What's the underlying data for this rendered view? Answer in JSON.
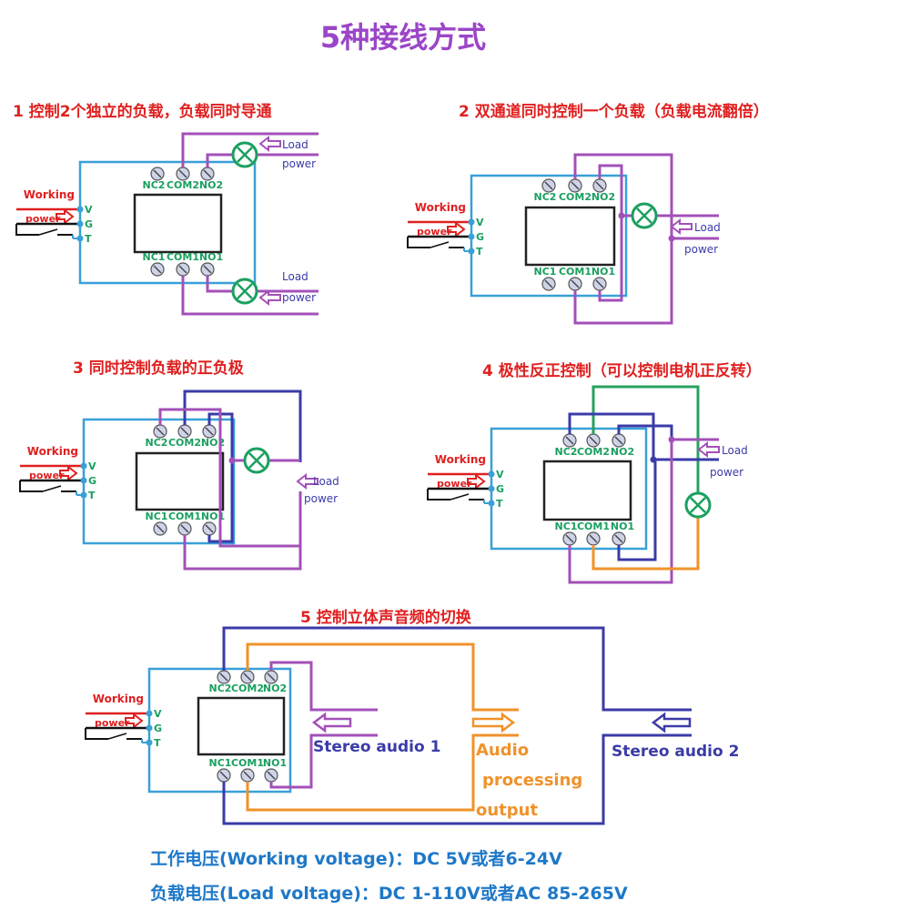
{
  "title": "5种接线方式",
  "colors": {
    "title": "#9b45c8",
    "heading": "#e02020",
    "board": "#39a0d8",
    "pin_text": "#1aa060",
    "pin_fill": "#cfd3e8",
    "purple": "#a350b8",
    "navy": "#3b3ba8",
    "green": "#28a060",
    "orange": "#f0922a",
    "lamp": "#1aa060",
    "footer": "#1e78c8"
  },
  "labels": {
    "working": "Working",
    "power": "power",
    "load": "Load",
    "v": "V",
    "g": "G",
    "t": "T",
    "nc2": "NC2",
    "com2": "COM2",
    "no2": "NO2",
    "nc1": "NC1",
    "com1": "COM1",
    "no1": "NO1"
  },
  "sections": [
    {
      "id": 1,
      "heading": "1 控制2个独立的负载，负载同时导通"
    },
    {
      "id": 2,
      "heading": "2 双通道同时控制一个负载（负载电流翻倍）"
    },
    {
      "id": 3,
      "heading": "3 同时控制负载的正负极"
    },
    {
      "id": 4,
      "heading": "4 极性反正控制（可以控制电机正反转）"
    },
    {
      "id": 5,
      "heading": "5 控制立体声音频的切换"
    }
  ],
  "audio": {
    "stereo1": "Stereo audio 1",
    "stereo2": "Stereo audio 2",
    "output_lines": [
      "Audio",
      "processing",
      "output"
    ]
  },
  "footer": {
    "working_voltage": "工作电压(Working voltage)：DC 5V或者6-24V",
    "load_voltage": "负载电压(Load voltage)：DC 1-110V或者AC 85-265V"
  }
}
